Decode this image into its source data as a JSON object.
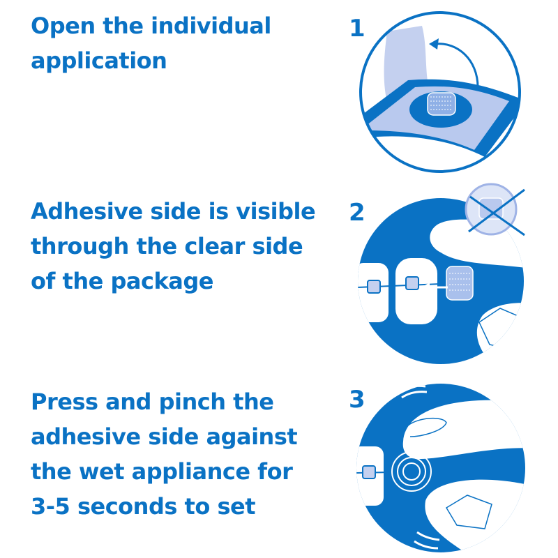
{
  "accent_color": "#0a72c4",
  "light_color": "#b9c9ee",
  "steps": [
    {
      "number": "1",
      "lines": [
        "Open the individual",
        "application"
      ],
      "illustration": "peel-open-package-icon"
    },
    {
      "number": "2",
      "lines": [
        "Adhesive side is visible",
        "through the clear side",
        "of the package"
      ],
      "illustration": "apply-adhesive-to-brace-icon"
    },
    {
      "number": "3",
      "lines": [
        "Press and pinch the",
        "adhesive side against",
        "the wet appliance for",
        "3-5 seconds to set"
      ],
      "illustration": "pinch-press-icon"
    }
  ]
}
